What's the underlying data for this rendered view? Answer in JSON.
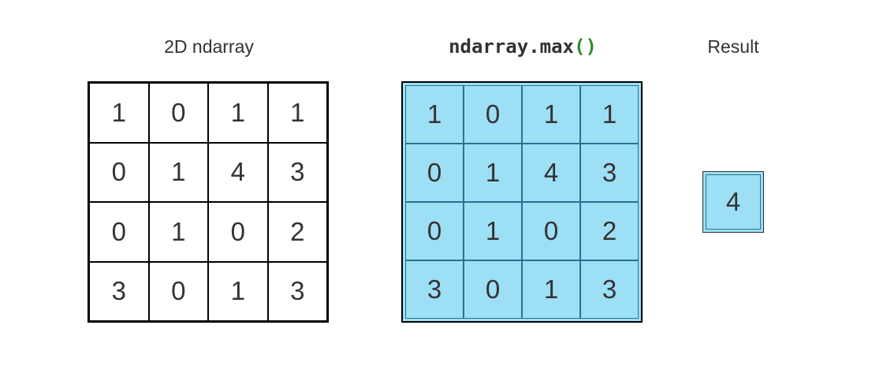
{
  "labels": {
    "input": "2D ndarray",
    "method_name": "ndarray.max",
    "method_parens": "()",
    "result": "Result"
  },
  "input_array": [
    [
      1,
      0,
      1,
      1
    ],
    [
      0,
      1,
      4,
      3
    ],
    [
      0,
      1,
      0,
      2
    ],
    [
      3,
      0,
      1,
      3
    ]
  ],
  "highlighted_array": [
    [
      1,
      0,
      1,
      1
    ],
    [
      0,
      1,
      4,
      3
    ],
    [
      0,
      1,
      0,
      2
    ],
    [
      3,
      0,
      1,
      3
    ]
  ],
  "result": "4",
  "colors": {
    "highlight_fill": "#9ddff5",
    "highlight_cell_border": "#2a7090",
    "paren_green": "#2e8b2e",
    "text": "#333333"
  }
}
